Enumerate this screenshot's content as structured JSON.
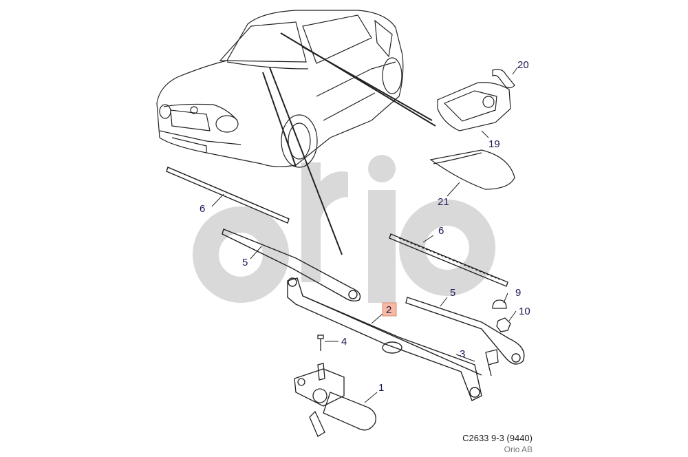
{
  "watermark": {
    "text": "orio",
    "color": "#d9d9d9"
  },
  "callouts": [
    {
      "id": "c1",
      "label": "1"
    },
    {
      "id": "c2",
      "label": "2",
      "highlighted": true
    },
    {
      "id": "c3",
      "label": "3"
    },
    {
      "id": "c4",
      "label": "4"
    },
    {
      "id": "c5a",
      "label": "5"
    },
    {
      "id": "c5b",
      "label": "5"
    },
    {
      "id": "c6a",
      "label": "6"
    },
    {
      "id": "c6b",
      "label": "6"
    },
    {
      "id": "c9",
      "label": "9"
    },
    {
      "id": "c10",
      "label": "10"
    },
    {
      "id": "c19",
      "label": "19"
    },
    {
      "id": "c20",
      "label": "20"
    },
    {
      "id": "c21",
      "label": "21"
    }
  ],
  "highlight_color": "#f7b9a3",
  "footer": {
    "drawing_code": "C2633 9-3 (9440)",
    "owner": "Orio AB"
  }
}
